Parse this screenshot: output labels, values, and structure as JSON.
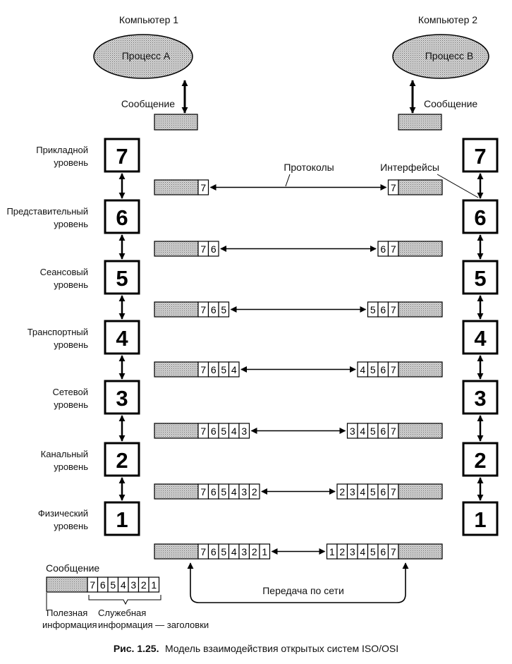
{
  "computers": {
    "left": {
      "title": "Компьютер 1",
      "process": "Процесс А"
    },
    "right": {
      "title": "Компьютер 2",
      "process": "Процесс В"
    }
  },
  "message_label_left": "Сообщение",
  "message_label_right": "Сообщение",
  "layers": [
    {
      "number": "7",
      "name_line1": "Прикладной",
      "name_line2": "уровень"
    },
    {
      "number": "6",
      "name_line1": "Представительный",
      "name_line2": "уровень"
    },
    {
      "number": "5",
      "name_line1": "Сеансовый",
      "name_line2": "уровень"
    },
    {
      "number": "4",
      "name_line1": "Транспортный",
      "name_line2": "уровень"
    },
    {
      "number": "3",
      "name_line1": "Сетевой",
      "name_line2": "уровень"
    },
    {
      "number": "2",
      "name_line1": "Канальный",
      "name_line2": "уровень"
    },
    {
      "number": "1",
      "name_line1": "Физический",
      "name_line2": "уровень"
    }
  ],
  "protocols_label": "Протоколы",
  "interfaces_label": "Интерфейсы",
  "packets": [
    {
      "left_headers": [
        "7"
      ],
      "right_headers": [
        "7"
      ]
    },
    {
      "left_headers": [
        "7",
        "6"
      ],
      "right_headers": [
        "6",
        "7"
      ]
    },
    {
      "left_headers": [
        "7",
        "6",
        "5"
      ],
      "right_headers": [
        "5",
        "6",
        "7"
      ]
    },
    {
      "left_headers": [
        "7",
        "6",
        "5",
        "4"
      ],
      "right_headers": [
        "4",
        "5",
        "6",
        "7"
      ]
    },
    {
      "left_headers": [
        "7",
        "6",
        "5",
        "4",
        "3"
      ],
      "right_headers": [
        "3",
        "4",
        "5",
        "6",
        "7"
      ]
    },
    {
      "left_headers": [
        "7",
        "6",
        "5",
        "4",
        "3",
        "2"
      ],
      "right_headers": [
        "2",
        "3",
        "4",
        "5",
        "6",
        "7"
      ]
    },
    {
      "left_headers": [
        "7",
        "6",
        "5",
        "4",
        "3",
        "2",
        "1"
      ],
      "right_headers": [
        "1",
        "2",
        "3",
        "4",
        "5",
        "6",
        "7"
      ]
    }
  ],
  "network_transfer_label": "Передача по сети",
  "legend": {
    "title": "Сообщение",
    "headers": [
      "7",
      "6",
      "5",
      "4",
      "3",
      "2",
      "1"
    ],
    "payload_line1": "Полезная",
    "payload_line2": "информация",
    "service_line1": "Служебная",
    "service_line2": "информация — заголовки"
  },
  "caption": {
    "prefix": "Рис. 1.25.",
    "text": "Модель взаимодействия открытых систем ISO/OSI"
  }
}
